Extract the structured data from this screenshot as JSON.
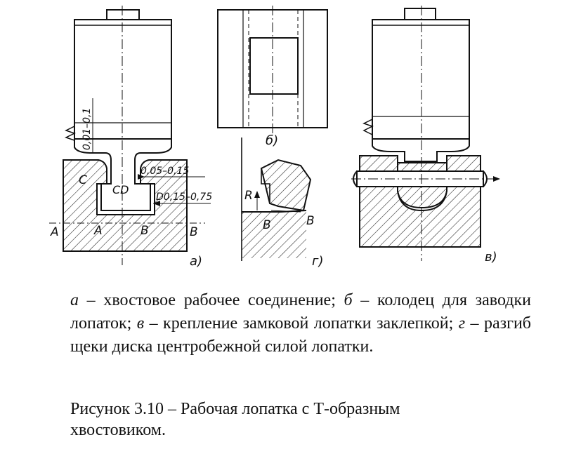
{
  "figure": {
    "parts": {
      "a": {
        "label": "а)",
        "letters": {
          "C": "C",
          "A": "A",
          "B": "B",
          "CD": "CD"
        },
        "dims": {
          "d1": "0,01–0,1",
          "d2": "0,05–0,15",
          "d3": "D0,15–0,75"
        }
      },
      "b": {
        "label": "б)"
      },
      "v": {
        "label": "в)"
      },
      "g": {
        "label": "г)",
        "letters": {
          "R": "R",
          "B": "B"
        }
      }
    }
  },
  "caption": {
    "items": [
      {
        "key": "а",
        "text": " – хвостовое рабочее соединение; "
      },
      {
        "key": "б",
        "text": " – колодец для заводки лопаток; "
      },
      {
        "key": "в",
        "text": " – крепление замковой лопатки заклепкой; "
      },
      {
        "key": "г",
        "text": " – разгиб щеки диска центробежной силой лопатки."
      }
    ]
  },
  "figure_title": "Рисунок 3.10 – Рабочая лопатка с Т-образным хвостовиком."
}
